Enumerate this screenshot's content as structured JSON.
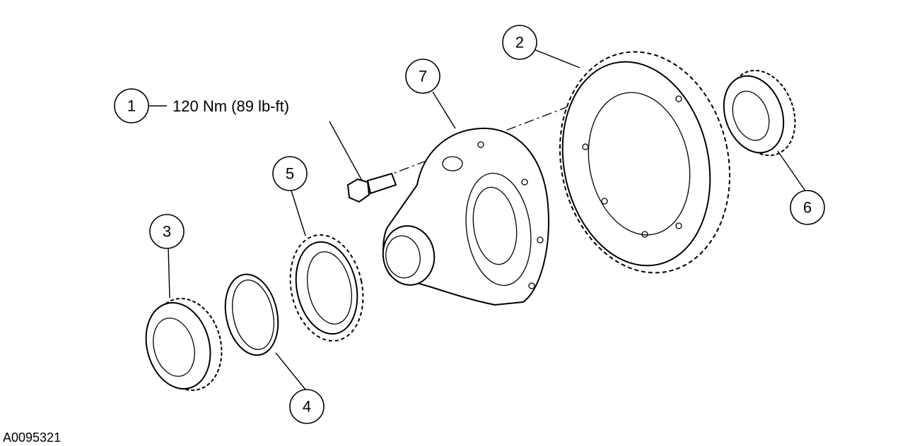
{
  "figure_id": "A0095321",
  "torque_spec": "120 Nm (89 lb-ft)",
  "callouts": [
    {
      "number": "1",
      "part": "bolt"
    },
    {
      "number": "2",
      "part": "ring-gear"
    },
    {
      "number": "3",
      "part": "left-bearing"
    },
    {
      "number": "4",
      "part": "shim-ring"
    },
    {
      "number": "5",
      "part": "speed-sensor-ring"
    },
    {
      "number": "6",
      "part": "right-bearing"
    },
    {
      "number": "7",
      "part": "differential-case"
    }
  ]
}
